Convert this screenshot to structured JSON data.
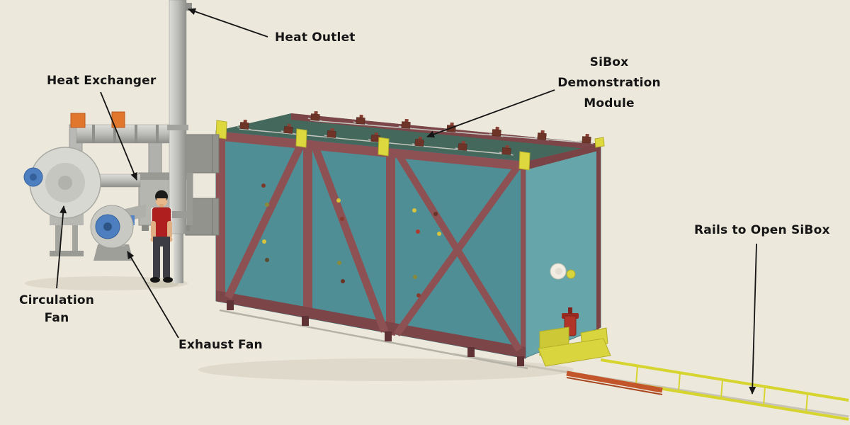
{
  "labels": {
    "heat_outlet": "Heat Outlet",
    "heat_exchanger": "Heat Exchanger",
    "circulation_fan": "Circulation Fan",
    "exhaust_fan": "Exhaust Fan",
    "sibox_module": "SiBox Demonstration Module",
    "rails": "Rails to Open SiBox"
  },
  "colors": {
    "background": "#ede8dc",
    "module_front_teal": "#4f8e95",
    "module_side_teal": "#66a6ab",
    "module_top_green": "#44685c",
    "frame_maroon": "#8d5154",
    "clamp_yellow": "#ded83f",
    "rail_yellow": "#d6d42e",
    "pipe_gray": "#b4b4b0",
    "fan_blue": "#4d7fc0",
    "fitting_orange": "#e0772c",
    "valve_red": "#b03428",
    "annotation_black": "#151515"
  }
}
